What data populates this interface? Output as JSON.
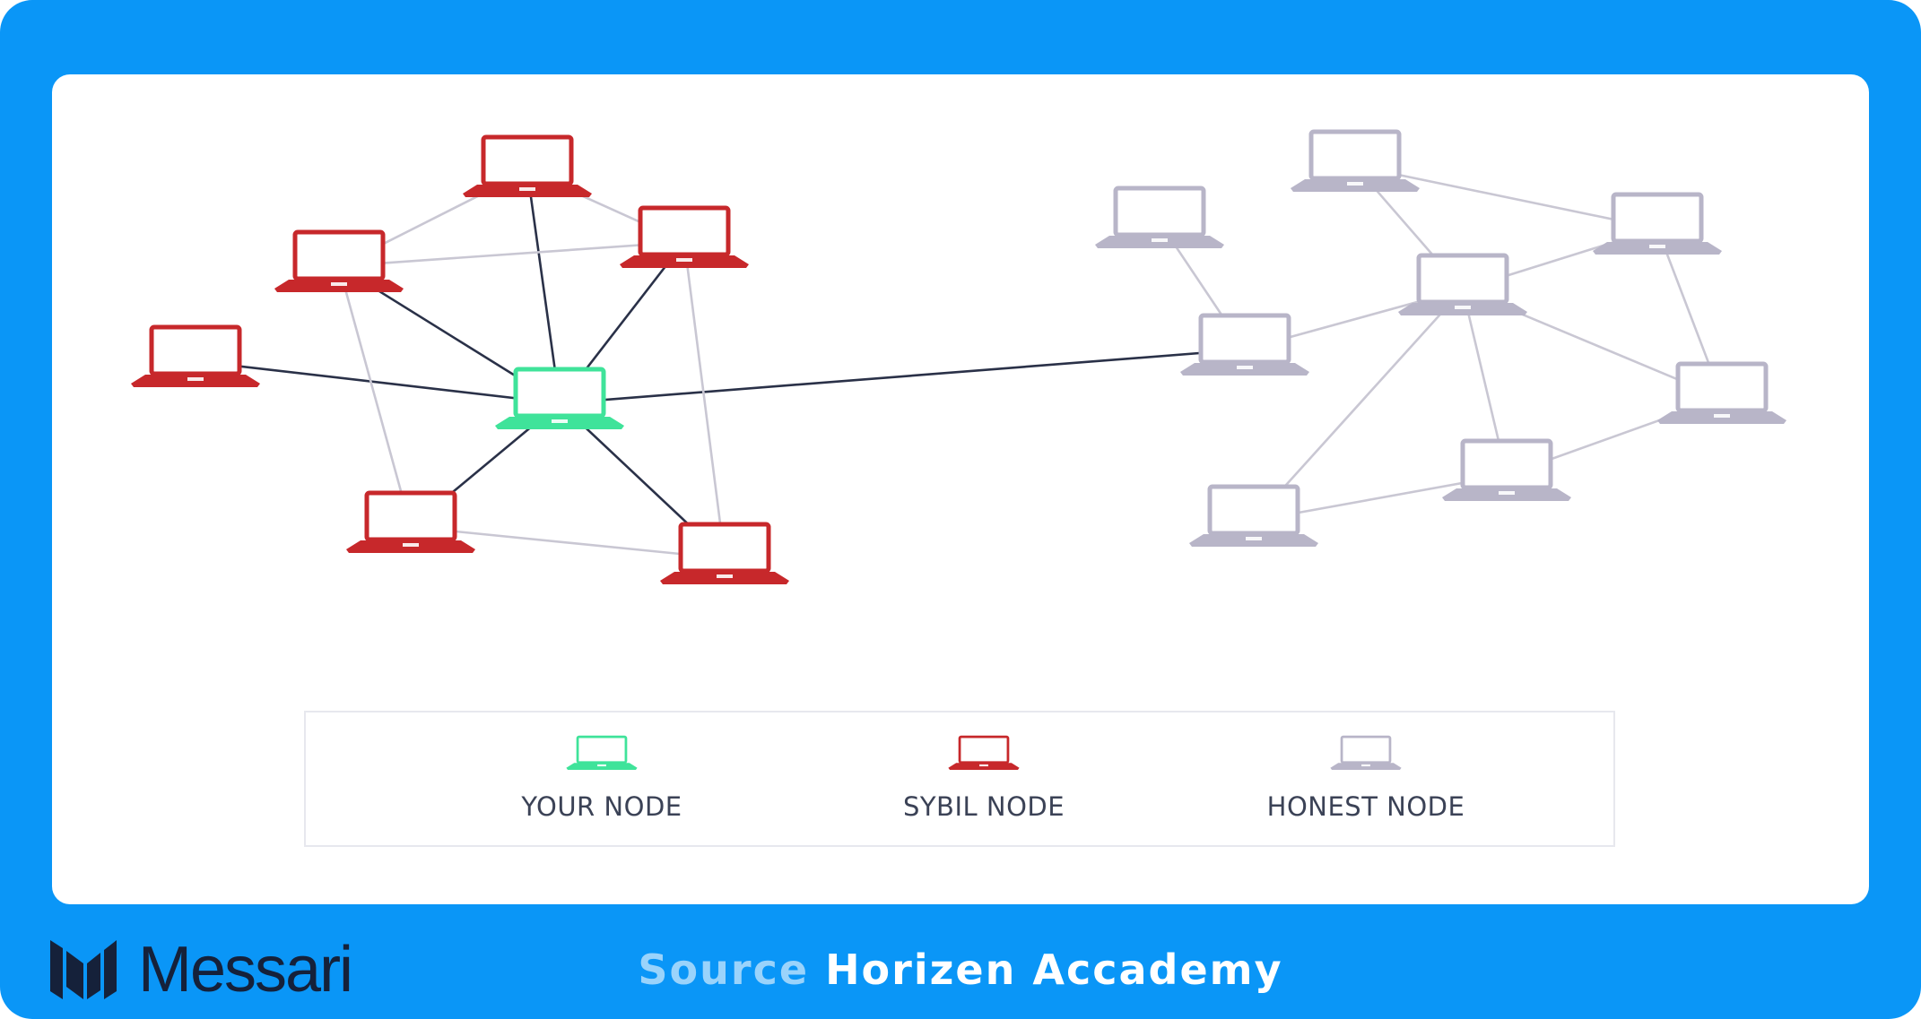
{
  "colors": {
    "frame": "#0a96f7",
    "your_node": "#3fe39a",
    "sybil_node": "#c7282b",
    "honest_node": "#b8b5c8",
    "edge_dark": "#2a3148",
    "edge_light": "#c9c7d3"
  },
  "legend": {
    "items": [
      {
        "key": "your",
        "label": "YOUR NODE",
        "icon": "laptop-icon"
      },
      {
        "key": "sybil",
        "label": "SYBIL NODE",
        "icon": "laptop-icon"
      },
      {
        "key": "honest",
        "label": "HONEST NODE",
        "icon": "laptop-icon"
      }
    ]
  },
  "nodes": [
    {
      "id": "your",
      "type": "your"
    },
    {
      "id": "s1",
      "type": "sybil"
    },
    {
      "id": "s2",
      "type": "sybil"
    },
    {
      "id": "s3",
      "type": "sybil"
    },
    {
      "id": "s4",
      "type": "sybil"
    },
    {
      "id": "s5",
      "type": "sybil"
    },
    {
      "id": "s6",
      "type": "sybil"
    },
    {
      "id": "h1",
      "type": "honest"
    },
    {
      "id": "h2",
      "type": "honest"
    },
    {
      "id": "h3",
      "type": "honest"
    },
    {
      "id": "h4",
      "type": "honest"
    },
    {
      "id": "h5",
      "type": "honest"
    },
    {
      "id": "h6",
      "type": "honest"
    },
    {
      "id": "h7",
      "type": "honest"
    },
    {
      "id": "h8",
      "type": "honest"
    }
  ],
  "edges": [
    {
      "from": "your",
      "to": "s1",
      "style": "dark"
    },
    {
      "from": "your",
      "to": "s2",
      "style": "dark"
    },
    {
      "from": "your",
      "to": "s3",
      "style": "dark"
    },
    {
      "from": "your",
      "to": "s4",
      "style": "dark"
    },
    {
      "from": "your",
      "to": "s5",
      "style": "dark"
    },
    {
      "from": "your",
      "to": "s6",
      "style": "dark"
    },
    {
      "from": "your",
      "to": "h3",
      "style": "dark"
    },
    {
      "from": "s1",
      "to": "s2",
      "style": "light"
    },
    {
      "from": "s1",
      "to": "s3",
      "style": "light"
    },
    {
      "from": "s2",
      "to": "s3",
      "style": "light"
    },
    {
      "from": "s2",
      "to": "s5",
      "style": "light"
    },
    {
      "from": "s3",
      "to": "s6",
      "style": "light"
    },
    {
      "from": "s5",
      "to": "s6",
      "style": "light"
    },
    {
      "from": "h1",
      "to": "h3",
      "style": "light"
    },
    {
      "from": "h2",
      "to": "h4",
      "style": "light"
    },
    {
      "from": "h2",
      "to": "h5",
      "style": "light"
    },
    {
      "from": "h3",
      "to": "h4",
      "style": "light"
    },
    {
      "from": "h4",
      "to": "h5",
      "style": "light"
    },
    {
      "from": "h4",
      "to": "h6",
      "style": "light"
    },
    {
      "from": "h4",
      "to": "h7",
      "style": "light"
    },
    {
      "from": "h4",
      "to": "h8",
      "style": "light"
    },
    {
      "from": "h5",
      "to": "h6",
      "style": "light"
    },
    {
      "from": "h6",
      "to": "h7",
      "style": "light"
    },
    {
      "from": "h7",
      "to": "h8",
      "style": "light"
    }
  ],
  "logo": {
    "text": "Messari"
  },
  "source": {
    "prefix": "Source",
    "name": "Horizen Accademy"
  }
}
